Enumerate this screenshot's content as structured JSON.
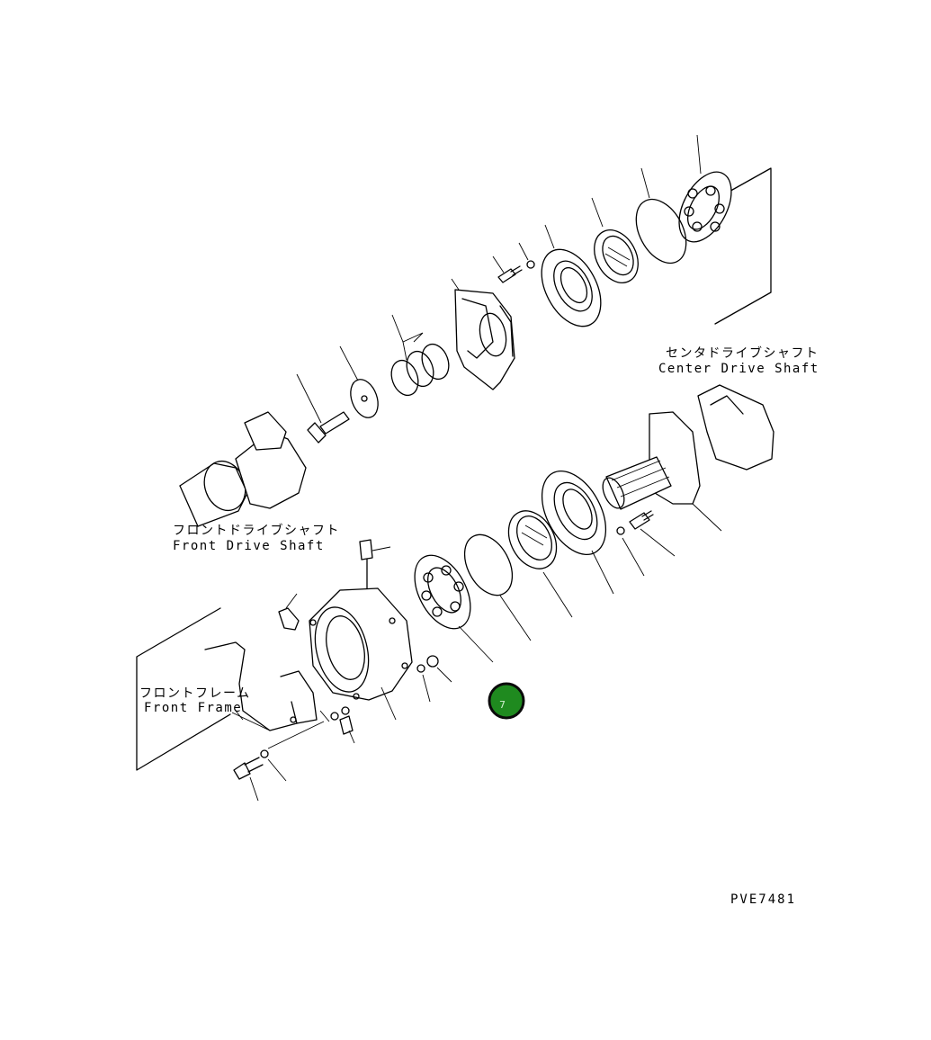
{
  "labels": {
    "center_drive_shaft_jp": "センタドライブシャフト",
    "center_drive_shaft_en": "Center Drive Shaft",
    "front_drive_shaft_jp": "フロントドライブシャフト",
    "front_drive_shaft_en": "Front Drive Shaft",
    "front_frame_jp": "フロントフレーム",
    "front_frame_en": "Front Frame"
  },
  "drawing_code": "PVE7481",
  "marker": {
    "number": "7",
    "fill": "#1f8a1f",
    "ring": "#0a0a0a"
  },
  "colors": {
    "line": "#000000",
    "background": "#ffffff"
  }
}
